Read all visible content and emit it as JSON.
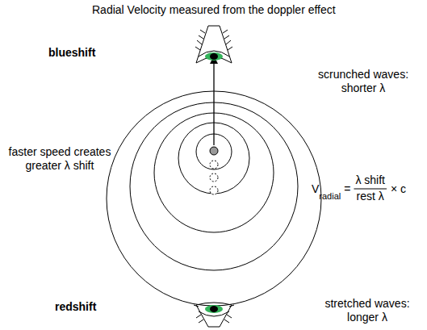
{
  "diagram": {
    "title": "Radial Velocity measured from the doppler effect",
    "labels": [
      "blueshift",
      "scrunched waves: shorter λ",
      "faster speed creates greater λ shift",
      "V",
      "radial",
      "=",
      "λ shift",
      "rest λ",
      "× c",
      "redshift",
      "stretched waves: longer λ"
    ]
  }
}
